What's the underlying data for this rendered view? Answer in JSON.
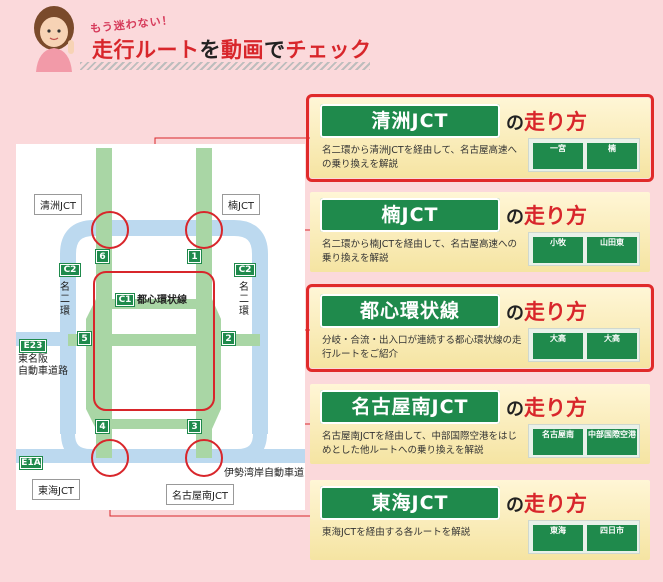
{
  "header": {
    "subtitle": "もう迷わない！",
    "title_part1": "走行ルート",
    "title_part2": "を",
    "title_part3": "動画",
    "title_part4": "で",
    "title_part5": "チェック"
  },
  "map": {
    "jct_kiyosu": "清洲JCT",
    "jct_kusunoki": "楠JCT",
    "jct_tokai": "東海JCT",
    "jct_nagoyaminami": "名古屋南JCT",
    "c2_left": "C2",
    "c2_right": "C2",
    "meikan_left": "名\n二\n環",
    "meikan_right": "名\n二\n環",
    "c1_label": "C1",
    "c1_name": "都心環状線",
    "e23": "E23",
    "tomei": "東名阪\n自動車道路",
    "e1a": "E1A",
    "isewan": "伊勢湾岸自動車道",
    "num_1": "1",
    "num_2": "2",
    "num_3": "3",
    "num_4": "4",
    "num_5": "5",
    "num_6": "6"
  },
  "cards": [
    {
      "name": "清洲JCT",
      "howto_pre": "の",
      "howto_red": "走り方",
      "desc": "名二環から清洲JCTを経由して、名古屋高速への乗り換えを解説",
      "img_label_1": "一宮",
      "img_label_2": "楠"
    },
    {
      "name": "楠JCT",
      "howto_pre": "の",
      "howto_red": "走り方",
      "desc": "名二環から楠JCTを経由して、名古屋高速への乗り換えを解説",
      "img_label_1": "小牧",
      "img_label_2": "山田東"
    },
    {
      "name": "都心環状線",
      "howto_pre": "の",
      "howto_red": "走り方",
      "desc": "分岐・合流・出入口が連続する都心環状線の走行ルートをご紹介",
      "img_label_1": "大高",
      "img_label_2": "大高"
    },
    {
      "name": "名古屋南JCT",
      "howto_pre": "の",
      "howto_red": "走り方",
      "desc": "名古屋南JCTを経由して、中部国際空港をはじめとした他ルートへの乗り換えを解説",
      "img_label_1": "名古屋南",
      "img_label_2": "中部国際空港"
    },
    {
      "name": "東海JCT",
      "howto_pre": "の",
      "howto_red": "走り方",
      "desc": "東海JCTを経由する各ルートを解説",
      "img_label_1": "東海",
      "img_label_2": "四日市"
    }
  ],
  "colors": {
    "background": "#fbd9db",
    "sign_green": "#1f8a4c",
    "accent_red": "#d8262b",
    "road_green": "#a9d6a5",
    "road_blue": "#bcd9ef"
  }
}
